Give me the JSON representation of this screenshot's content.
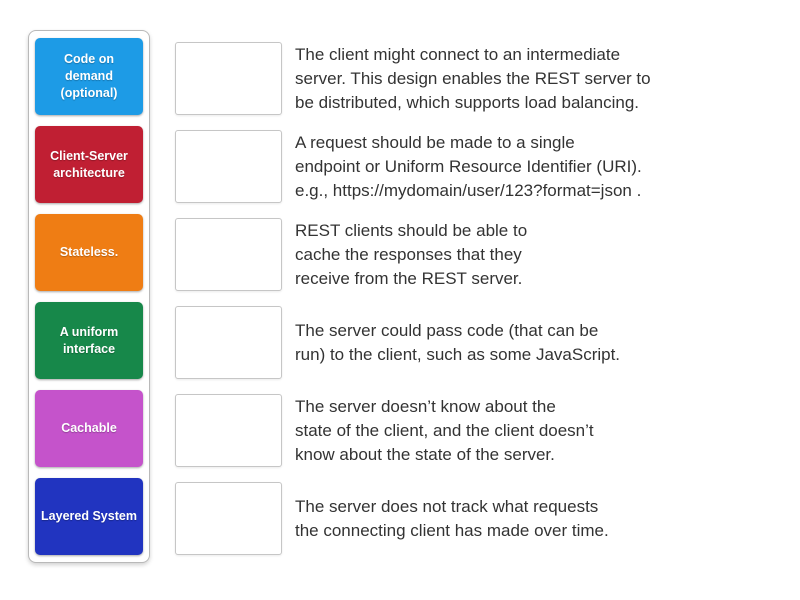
{
  "activity": {
    "tiles": [
      {
        "label": "Code on demand (optional)",
        "color": "#1d9be6"
      },
      {
        "label": "Client-Server architecture",
        "color": "#c01f33"
      },
      {
        "label": "Stateless.",
        "color": "#ef7d14"
      },
      {
        "label": "A uniform interface",
        "color": "#17884a"
      },
      {
        "label": "Cachable",
        "color": "#c553cb"
      },
      {
        "label": "Layered System",
        "color": "#2134c0"
      }
    ],
    "matches": [
      {
        "text": "The client might connect to an intermediate\nserver. This design enables the REST server to\nbe distributed, which supports load balancing."
      },
      {
        "text": "A request should be made to a single\nendpoint or Uniform Resource Identifier (URI).\ne.g., https://mydomain/user/123?format=json ."
      },
      {
        "text": "REST clients should be able to\ncache the responses that they\nreceive from the REST server."
      },
      {
        "text": "The server could pass code (that can be\nrun) to the client, such as some JavaScript."
      },
      {
        "text": "The server doesn’t know about the\nstate of the client, and the client doesn’t\nknow about the state of the server."
      },
      {
        "text": "The server does not track what requests\nthe connecting client has made over time."
      }
    ]
  }
}
